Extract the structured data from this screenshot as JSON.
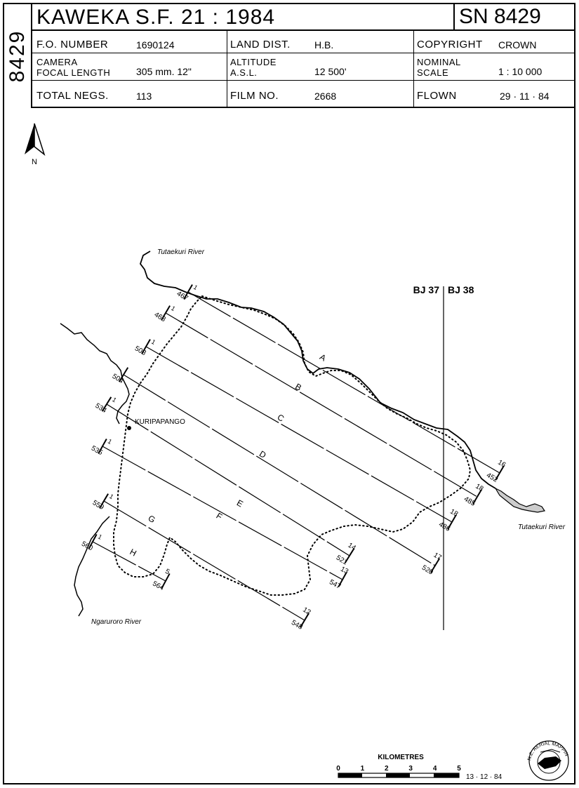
{
  "sheet": {
    "side_number": "8429",
    "title": "KAWEKA  S.F.  21 : 1984",
    "sn": "SN 8429"
  },
  "info": {
    "fo_number_label": "F.O. NUMBER",
    "fo_number": "1690124",
    "land_dist_label": "LAND DIST.",
    "land_dist": "H.B.",
    "copyright_label": "COPYRIGHT",
    "copyright": "CROWN",
    "camera_label": "CAMERA",
    "focal_length_label": "FOCAL LENGTH",
    "focal_length": "305 mm.  12\"",
    "altitude_label": "ALTITUDE",
    "asl_label": "A.S.L.",
    "altitude": "12 500'",
    "nominal_label": "NOMINAL",
    "scale_label": "SCALE",
    "scale": "1 : 10 000",
    "total_negs_label": "TOTAL NEGS.",
    "total_negs": "113",
    "film_no_label": "FILM NO.",
    "film_no": "2668",
    "flown_label": "FLOWN",
    "flown": "29 · 11 · 84"
  },
  "map": {
    "north_label": "N",
    "grid_left": "BJ 37",
    "grid_right": "BJ 38",
    "rivers": [
      "Tutaekuri River",
      "Tutaekuri River",
      "Ngaruroro River"
    ],
    "place": "KURIPAPANGO",
    "strips": [
      {
        "letter": "A",
        "start_run": "1",
        "start_neg": "467",
        "end_run": "16",
        "end_neg": "452"
      },
      {
        "letter": "B",
        "start_run": "1",
        "start_neg": "468",
        "end_run": "18",
        "end_neg": "485"
      },
      {
        "letter": "C",
        "start_run": "1",
        "start_neg": "503",
        "end_run": "18",
        "end_neg": "486"
      },
      {
        "letter": "D",
        "start_run": "",
        "start_neg": "504",
        "end_run": "17",
        "end_neg": "520"
      },
      {
        "letter": "E",
        "start_run": "1",
        "start_neg": "535",
        "end_run": "13",
        "end_neg": "547"
      },
      {
        "letter": "F",
        "start_run": "1",
        "start_neg": "534",
        "end_run": "14",
        "end_neg": "521"
      },
      {
        "letter": "G",
        "start_run": "1",
        "start_neg": "559",
        "end_run": "12",
        "end_neg": "548"
      },
      {
        "letter": "H",
        "start_run": "1",
        "start_neg": "560",
        "end_run": "5",
        "end_neg": "564"
      }
    ],
    "scale_bar_title": "KILOMETRES",
    "scale_bar_ticks": [
      "0",
      "1",
      "2",
      "3",
      "4",
      "5"
    ],
    "scale_bar_date": "13 · 12 · 84",
    "logo_text": "N.Z. AERIAL MAPPING LTD"
  },
  "colors": {
    "ink": "#000000",
    "paper": "#ffffff"
  }
}
